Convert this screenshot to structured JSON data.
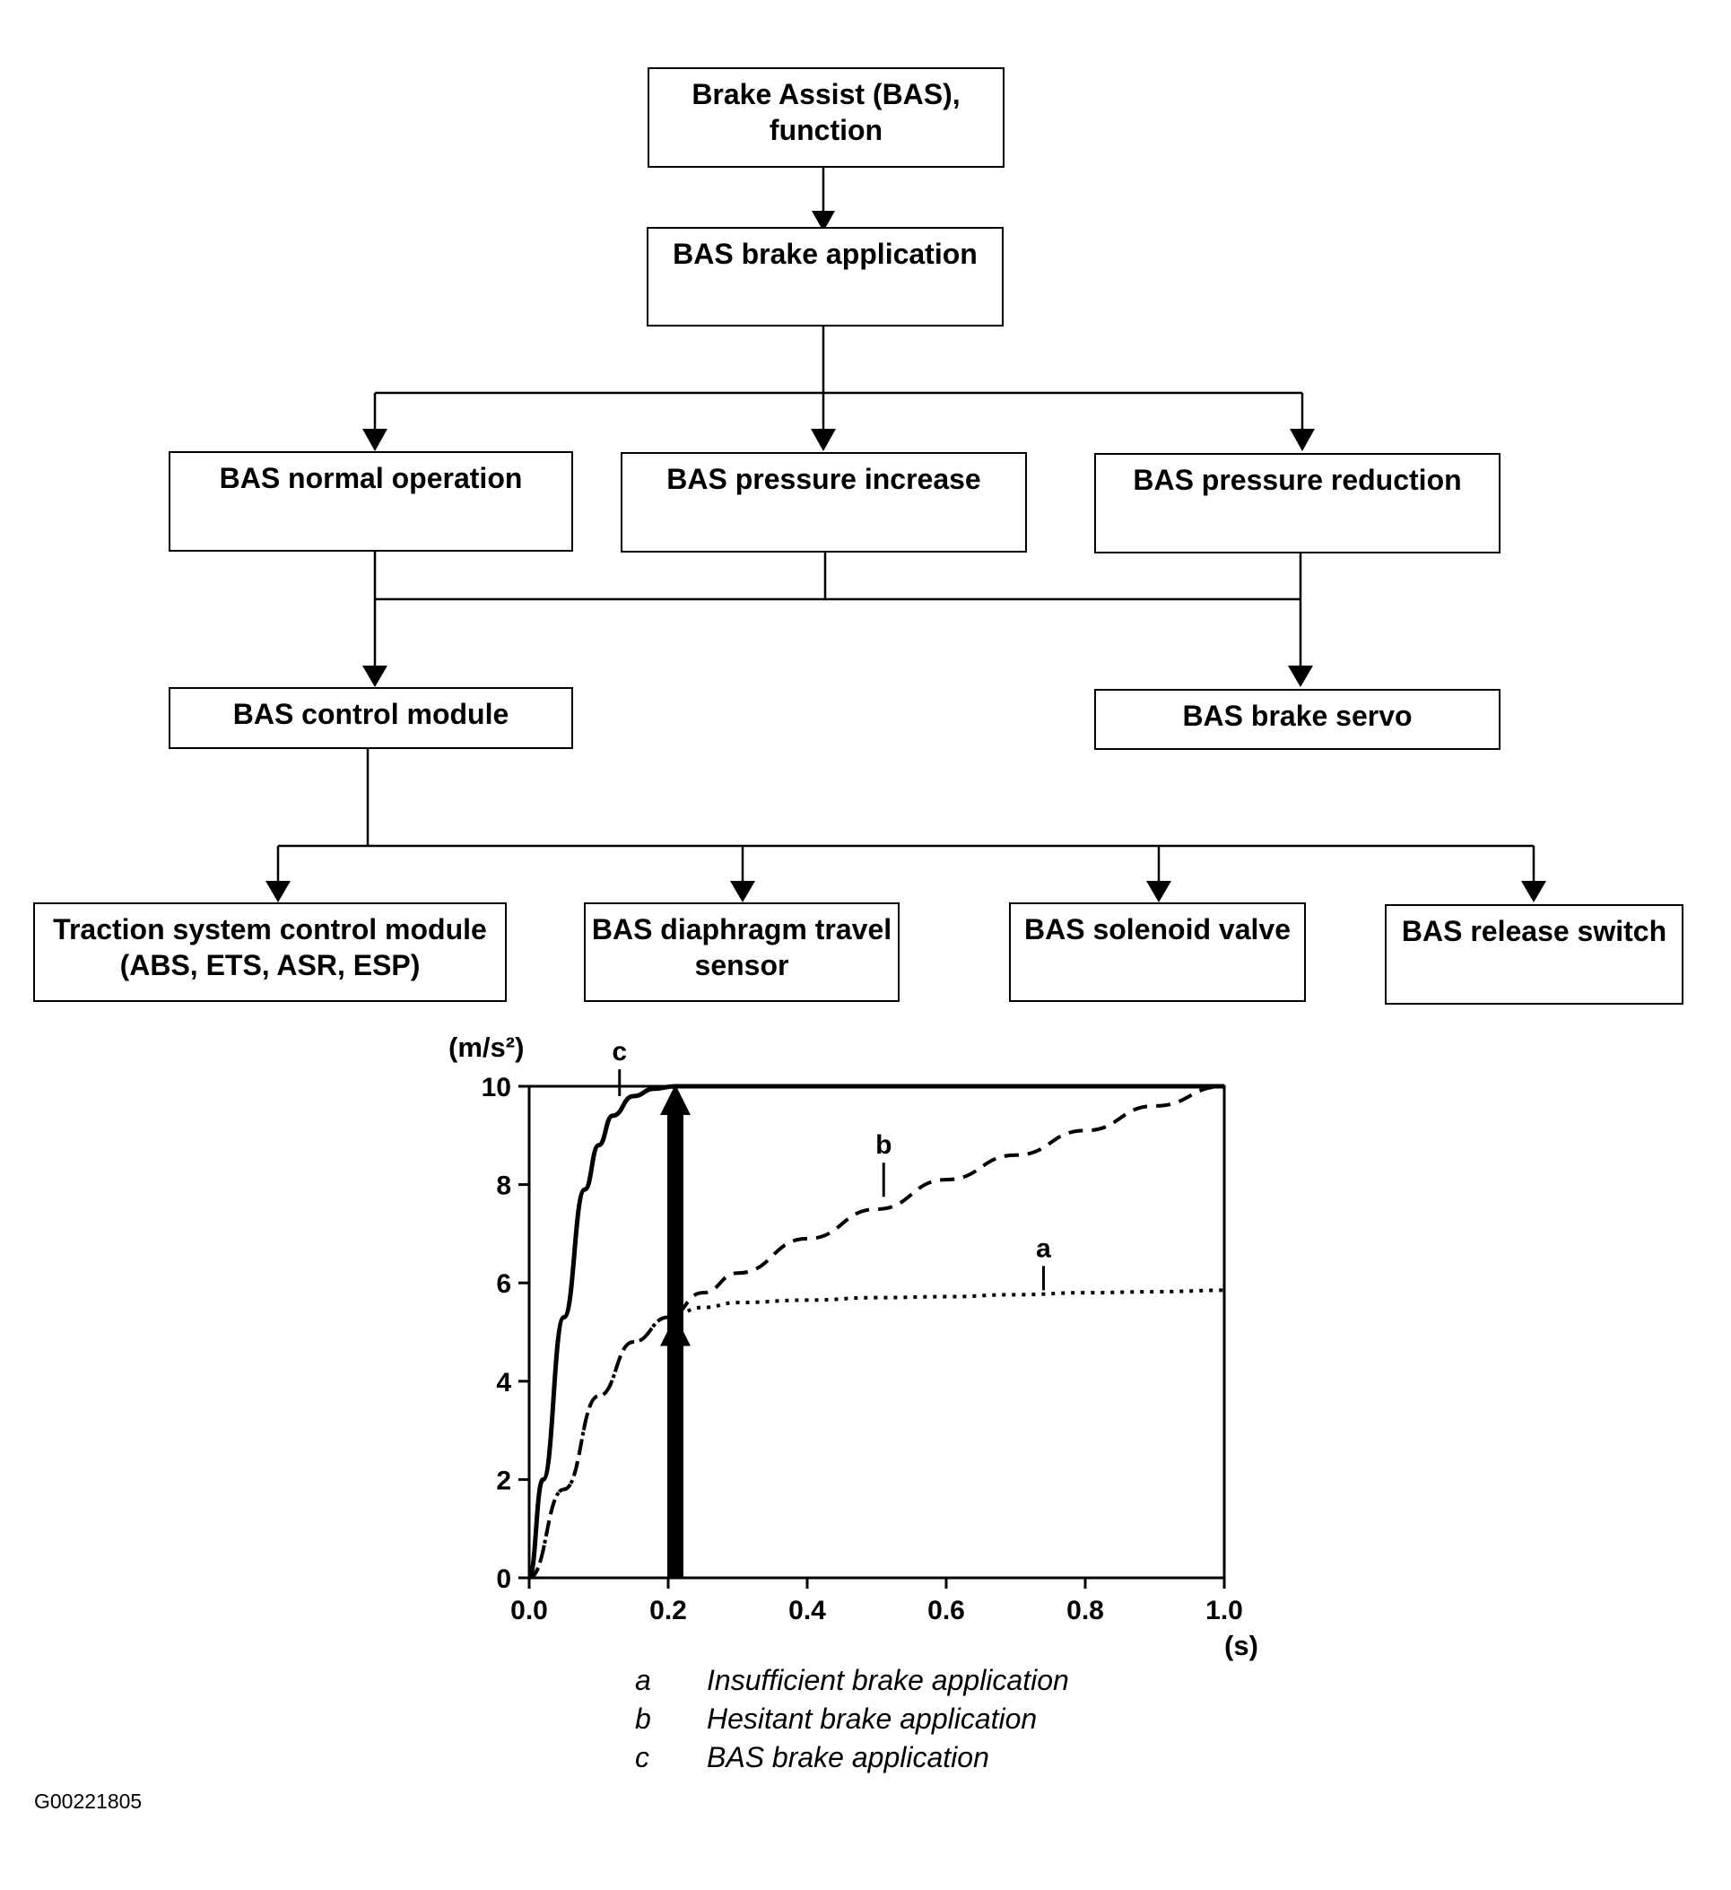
{
  "flowchart": {
    "function": [
      "Brake Assist (BAS),",
      "function"
    ],
    "brake_application": "BAS brake application",
    "normal_operation": "BAS normal operation",
    "pressure_increase": "BAS pressure increase",
    "pressure_reduction": "BAS pressure reduction",
    "control_module": "BAS control module",
    "brake_servo": "BAS brake servo",
    "traction_module": [
      "Traction system control  module",
      "(ABS, ETS, ASR, ESP)"
    ],
    "diaphragm_sensor": [
      "BAS diaphragm travel",
      "sensor"
    ],
    "solenoid_valve": "BAS solenoid valve",
    "release_switch": "BAS release switch"
  },
  "chart_data": {
    "type": "line",
    "xlabel": "(s)",
    "ylabel": "(m/s²)",
    "xlim": [
      0.0,
      1.0
    ],
    "ylim": [
      0,
      10
    ],
    "x_ticks": [
      "0.0",
      "0.2",
      "0.4",
      "0.6",
      "0.8",
      "1.0"
    ],
    "y_ticks": [
      "0",
      "2",
      "4",
      "6",
      "8",
      "10"
    ],
    "grid": false,
    "series": [
      {
        "name": "a",
        "style": "dotted",
        "x": [
          0.0,
          0.05,
          0.1,
          0.15,
          0.2,
          0.25,
          0.3,
          0.4,
          0.5,
          0.6,
          0.7,
          0.8,
          0.9,
          1.0
        ],
        "y": [
          0.0,
          1.8,
          3.7,
          4.8,
          5.3,
          5.5,
          5.6,
          5.65,
          5.7,
          5.72,
          5.76,
          5.8,
          5.82,
          5.85
        ]
      },
      {
        "name": "b",
        "style": "dashed",
        "x": [
          0.0,
          0.05,
          0.1,
          0.15,
          0.2,
          0.25,
          0.3,
          0.4,
          0.5,
          0.6,
          0.7,
          0.8,
          0.9,
          1.0
        ],
        "y": [
          0.0,
          1.8,
          3.7,
          4.8,
          5.3,
          5.8,
          6.2,
          6.9,
          7.5,
          8.1,
          8.6,
          9.1,
          9.6,
          10.0
        ]
      },
      {
        "name": "c",
        "style": "solid",
        "x": [
          0.0,
          0.02,
          0.05,
          0.08,
          0.1,
          0.12,
          0.15,
          0.18,
          0.21,
          0.3,
          0.5,
          0.7,
          1.0
        ],
        "y": [
          0.0,
          2.0,
          5.3,
          7.9,
          8.8,
          9.4,
          9.8,
          9.95,
          10.0,
          10.0,
          10.0,
          10.0,
          10.0
        ]
      }
    ],
    "annotations": [
      "a",
      "b",
      "c"
    ],
    "marker_arrows_x": [
      0.2
    ]
  },
  "legend": [
    {
      "key": "a",
      "text": "Insufficient brake application"
    },
    {
      "key": "b",
      "text": "Hesitant brake application"
    },
    {
      "key": "c",
      "text": "BAS brake application"
    }
  ],
  "figure_id": "G00221805"
}
